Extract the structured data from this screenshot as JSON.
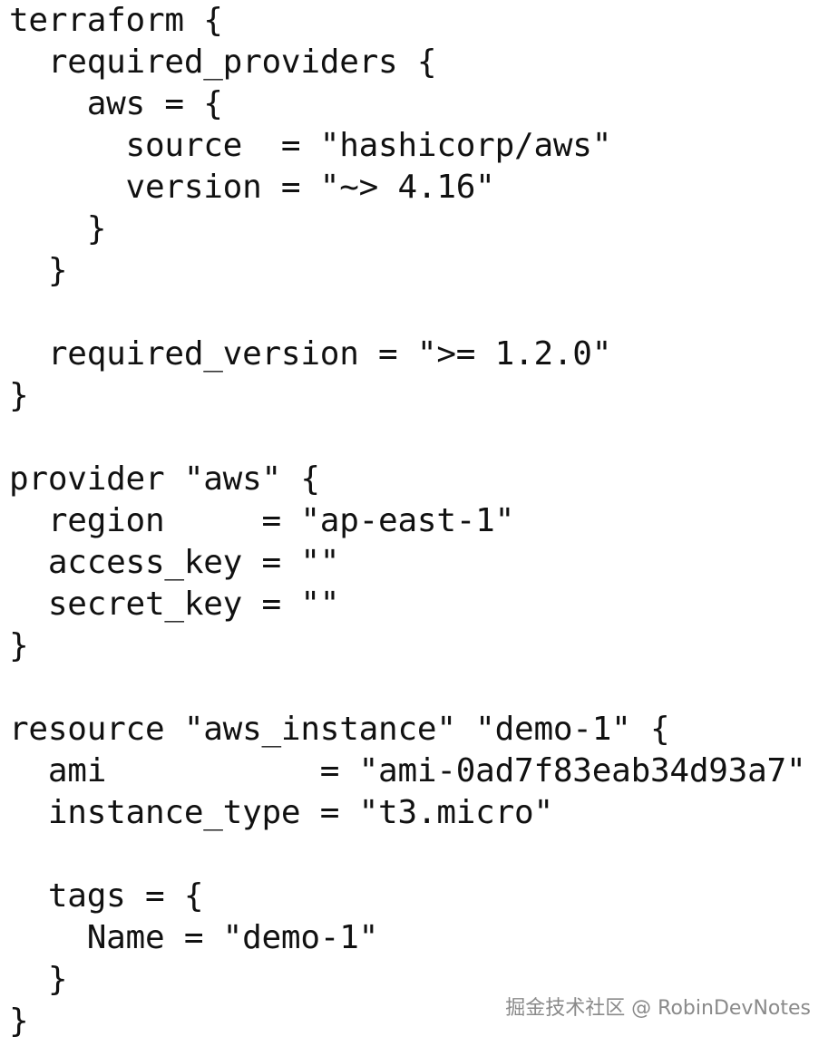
{
  "code": {
    "lines": [
      "terraform {",
      "  required_providers {",
      "    aws = {",
      "      source  = \"hashicorp/aws\"",
      "      version = \"~> 4.16\"",
      "    }",
      "  }",
      "",
      "  required_version = \">= 1.2.0\"",
      "}",
      "",
      "provider \"aws\" {",
      "  region     = \"ap-east-1\"",
      "  access_key = \"\"",
      "  secret_key = \"\"",
      "}",
      "",
      "resource \"aws_instance\" \"demo-1\" {",
      "  ami           = \"ami-0ad7f83eab34d93a7\"",
      "  instance_type = \"t3.micro\"",
      "",
      "  tags = {",
      "    Name = \"demo-1\"",
      "  }",
      "}"
    ]
  },
  "watermark": {
    "text": "掘金技术社区 @ RobinDevNotes"
  },
  "colors": {
    "background": "#ffffff",
    "text": "#111111",
    "watermark": "#8a8a8a"
  }
}
